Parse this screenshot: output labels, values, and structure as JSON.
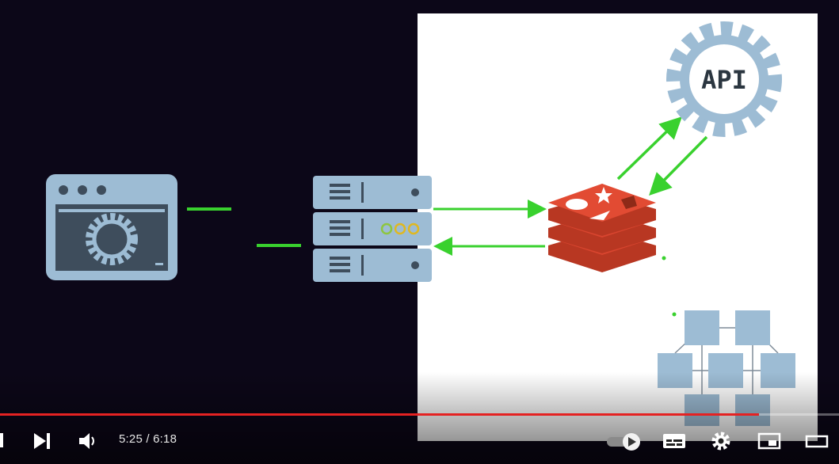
{
  "player": {
    "current_time": "5:25",
    "separator": "/",
    "duration": "6:18",
    "progress_fraction": 0.905,
    "progress_color": "#e52222"
  },
  "diagram": {
    "api_label": "API"
  },
  "controls": {
    "icons": [
      "play-pause-icon",
      "next-icon",
      "volume-icon",
      "autoplay-toggle-icon",
      "subtitles-icon",
      "settings-gear-icon",
      "miniplayer-icon",
      "theater-mode-icon"
    ]
  },
  "colors": {
    "background": "#0c0718",
    "panel": "#ffffff",
    "server_blue": "#9dbcd4",
    "redis_red": "#d9452f",
    "arrow_green": "#39d12e"
  }
}
